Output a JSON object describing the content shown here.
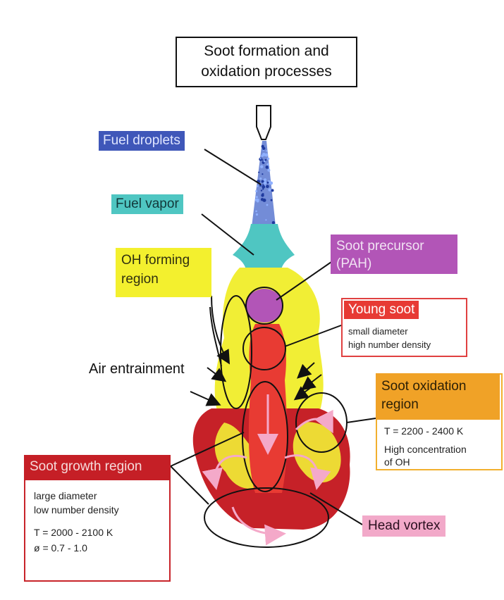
{
  "title": {
    "line1": "Soot formation and",
    "line2": "oxidation processes"
  },
  "labels": {
    "fuel_droplets": "Fuel droplets",
    "fuel_vapor": "Fuel vapor",
    "oh_forming": "OH forming region",
    "soot_precursor": "Soot precursor (PAH)",
    "air_entrainment": "Air entrainment",
    "head_vortex": "Head vortex"
  },
  "young_soot": {
    "heading": "Young soot",
    "line1": "small diameter",
    "line2": "high number density"
  },
  "soot_oxidation": {
    "heading": "Soot oxidation region",
    "temperature": "T = 2200 - 2400 K",
    "line1": "High concentration",
    "line2": "of OH"
  },
  "soot_growth": {
    "heading": "Soot growth region",
    "line1": "large diameter",
    "line2": "low number density",
    "temperature": "T = 2000 - 2100 K",
    "equivalence": "ø = 0.7 - 1.0"
  },
  "colors": {
    "droplets": "#3f57b9",
    "vapor": "#4fc6c2",
    "oh_region": "#f3f02e",
    "precursor": "#b255b7",
    "young_soot": "#e73a34",
    "oxidation": "#f0a227",
    "growth": "#c51f26",
    "vortex": "#f2a9c9"
  }
}
